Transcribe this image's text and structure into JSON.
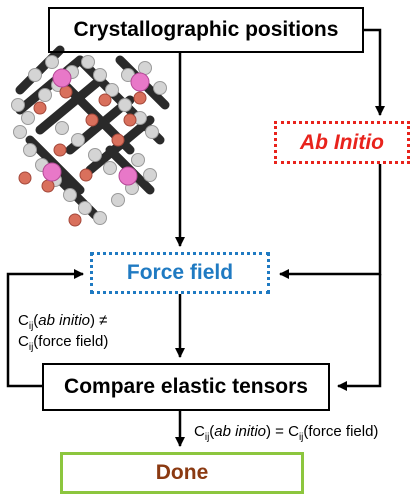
{
  "nodes": {
    "crystallographic": "Crystallographic positions",
    "ab_initio": "Ab Initio",
    "force_field": "Force field",
    "compare": "Compare elastic tensors",
    "done": "Done"
  },
  "labels": {
    "not_equal": {
      "c": "C",
      "sub": "ij",
      "open": "(",
      "method": "ab initio",
      "close": ") ≠",
      "line2": "(force field)"
    },
    "equal": {
      "c": "C",
      "sub": "ij",
      "open": "(",
      "method": "ab initio",
      "mid": ") = ",
      "tail": "(force field)"
    }
  },
  "colors": {
    "ab_initio": "#e8231c",
    "force_field": "#1f7ac2",
    "done_border": "#8cc63e",
    "done_text": "#8b3a12"
  }
}
